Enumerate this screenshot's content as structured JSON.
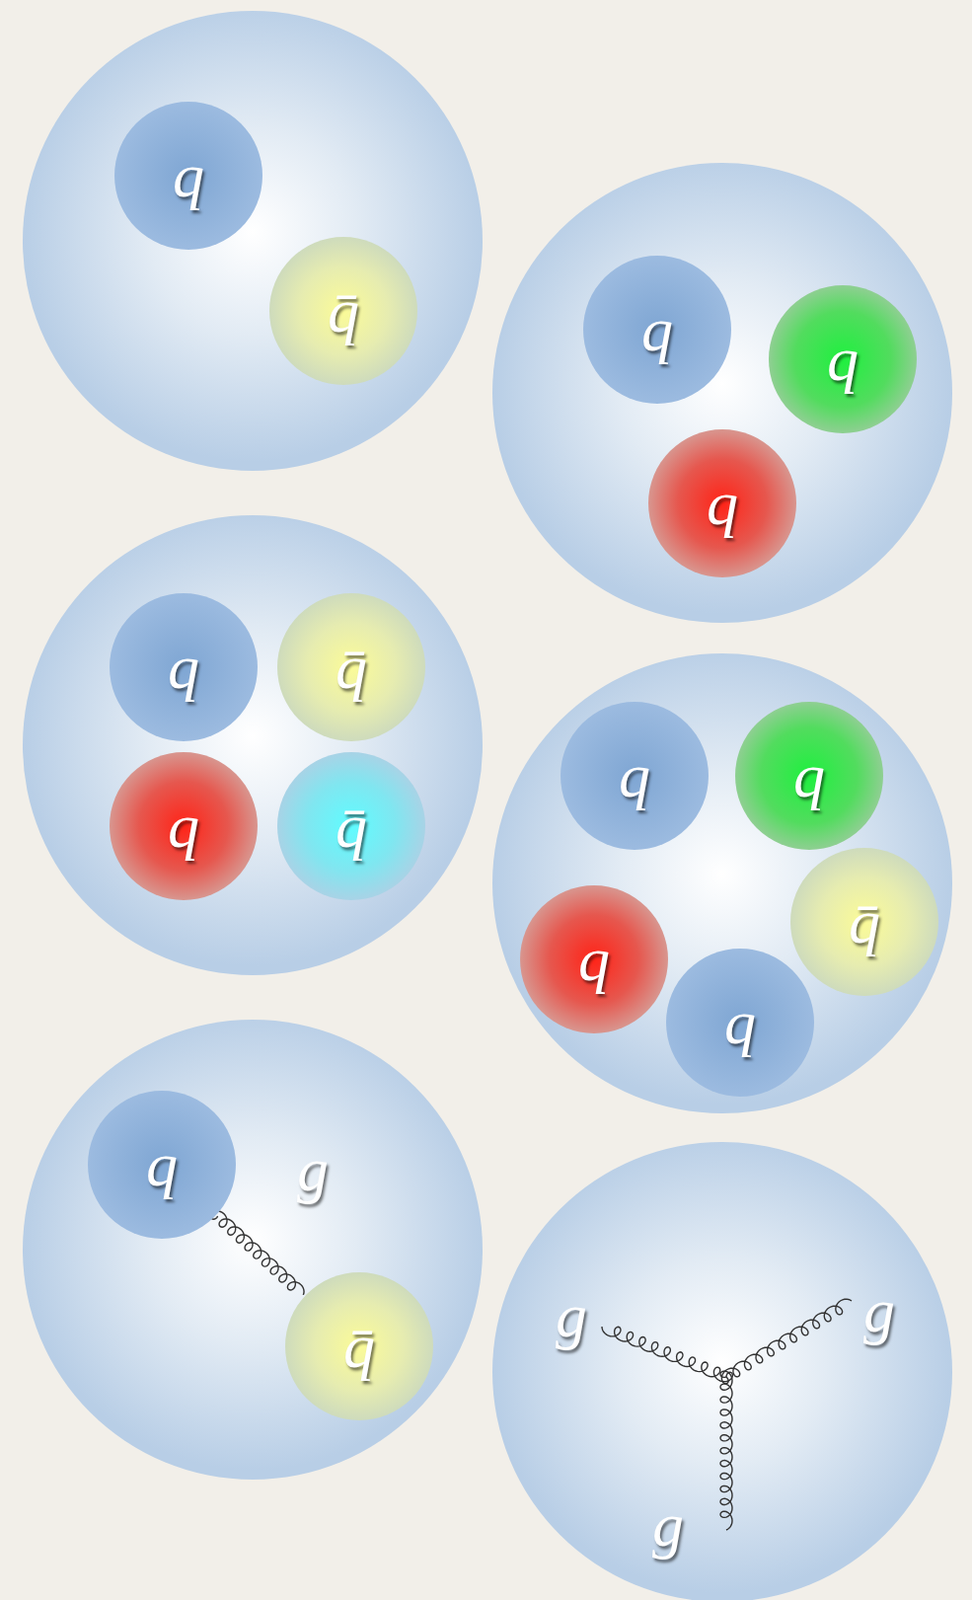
{
  "diagram": {
    "nodes": [
      {
        "text": [
          "q"
        ]
      },
      {
        "text": [
          "q̄"
        ]
      },
      {
        "text": [
          "q"
        ]
      },
      {
        "text": [
          "q"
        ]
      },
      {
        "text": [
          "q"
        ]
      },
      {
        "text": [
          "q"
        ]
      },
      {
        "text": [
          "q̄"
        ]
      },
      {
        "text": [
          "q"
        ]
      },
      {
        "text": [
          "q̄"
        ]
      },
      {
        "text": [
          "q"
        ]
      },
      {
        "text": [
          "q"
        ]
      },
      {
        "text": [
          "q̄"
        ]
      },
      {
        "text": [
          "q"
        ]
      },
      {
        "text": [
          "q"
        ]
      },
      {
        "text": [
          "q"
        ]
      },
      {
        "text": [
          "q̄"
        ]
      }
    ],
    "edges": [
      {
        "from": 14,
        "to": 15,
        "arrow": "none",
        "label": "g"
      }
    ],
    "labels": [
      "g",
      "g",
      "g"
    ]
  }
}
